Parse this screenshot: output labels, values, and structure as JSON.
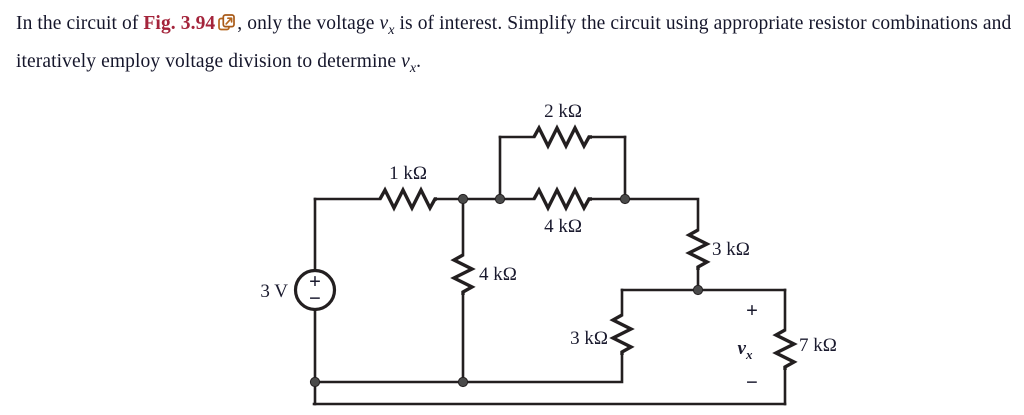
{
  "problem": {
    "text_part_1": "In the circuit of ",
    "figure_link": "Fig. 3.94",
    "link_icon": "external-link-icon",
    "text_part_2": ", only the voltage ",
    "variable_1": "v",
    "variable_1_sub": "x",
    "text_part_3": " is of interest. Simplify the circuit using appropriate resistor combinations and iteratively employ voltage division to determine ",
    "variable_2": "v",
    "variable_2_sub": "x",
    "text_part_4": "."
  },
  "colors": {
    "figure_link": "#a4243b",
    "link_icon": "#b5651d",
    "vx_purple": "#7b3fd4",
    "wire": "#231f20",
    "node": "#4a4a4a",
    "text": "#15162b"
  },
  "circuit": {
    "source": {
      "label": "3 V",
      "plus": "+",
      "minus": "−",
      "type": "independent-voltage-source"
    },
    "resistors": [
      {
        "id": "r1",
        "label": "1 kΩ",
        "orientation": "horizontal",
        "position": "top-left-series"
      },
      {
        "id": "r2",
        "label": "2 kΩ",
        "orientation": "horizontal",
        "position": "upper-parallel-branch"
      },
      {
        "id": "r4a",
        "label": "4 kΩ",
        "orientation": "horizontal",
        "position": "lower-parallel-branch"
      },
      {
        "id": "r4b",
        "label": "4 kΩ",
        "orientation": "vertical",
        "position": "left-shunt"
      },
      {
        "id": "r3a",
        "label": "3 kΩ",
        "orientation": "vertical",
        "position": "right-series"
      },
      {
        "id": "r3b",
        "label": "3 kΩ",
        "orientation": "vertical",
        "position": "middle-shunt"
      },
      {
        "id": "r7",
        "label": "7 kΩ",
        "orientation": "vertical",
        "position": "output-load"
      }
    ],
    "output": {
      "plus": "+",
      "minus": "−",
      "variable": "v",
      "subscript": "x"
    }
  }
}
